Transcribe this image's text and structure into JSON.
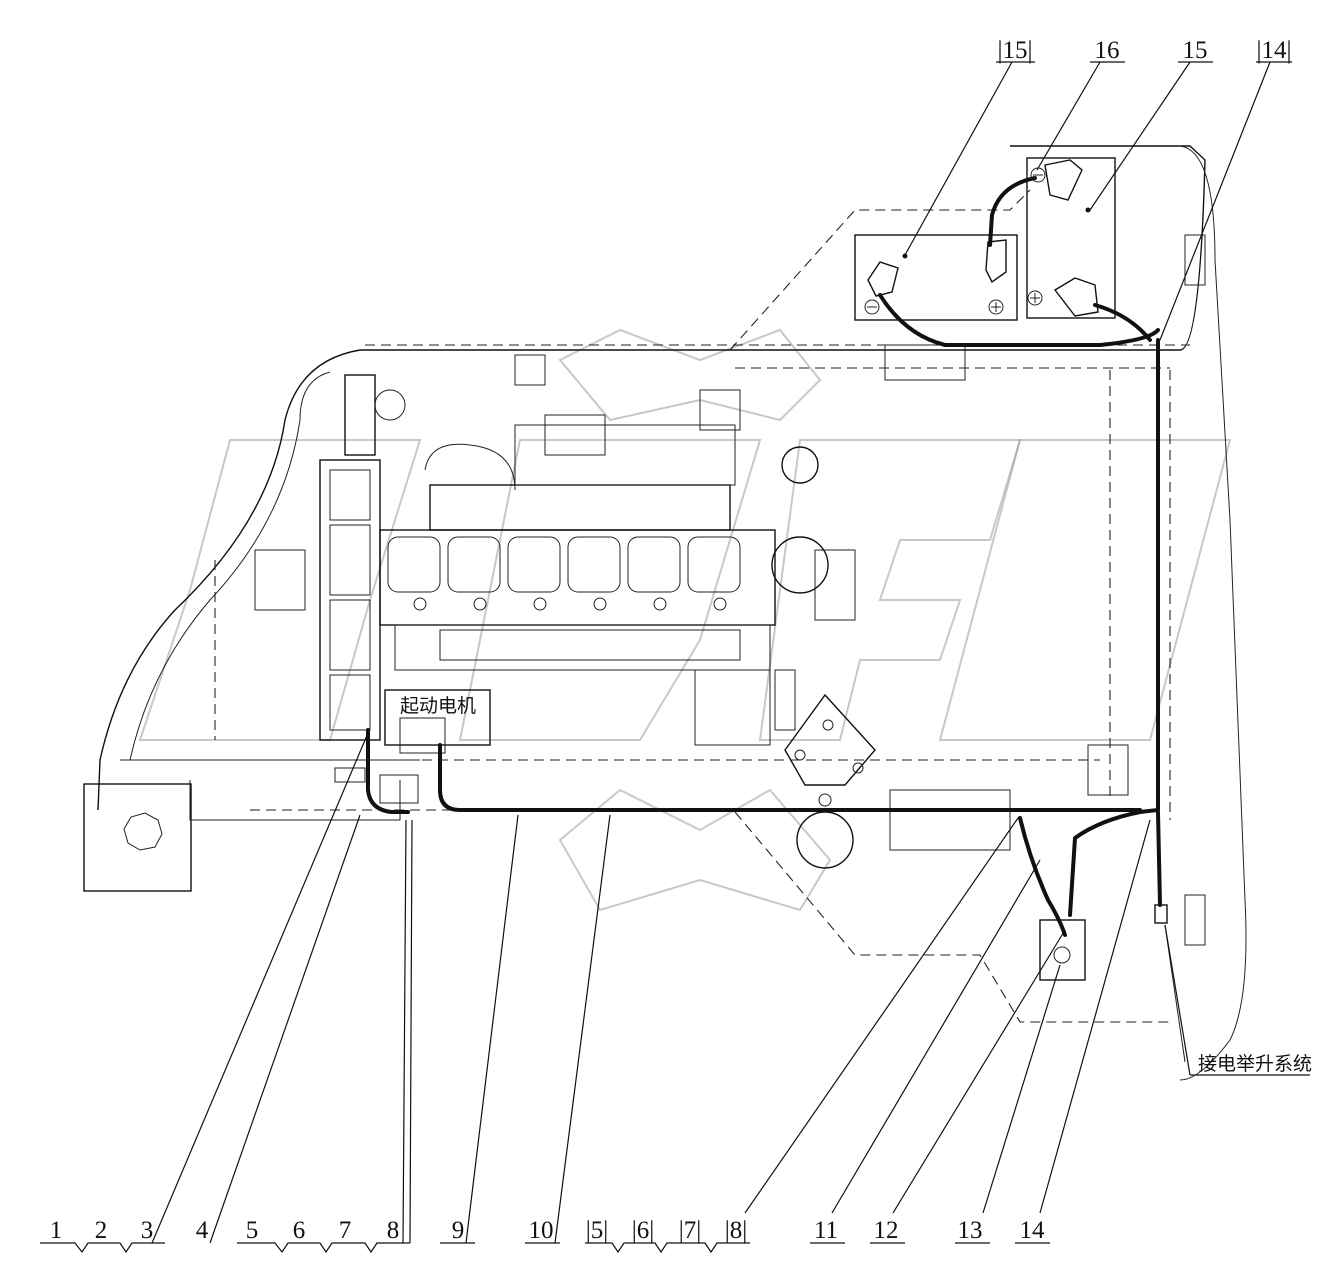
{
  "callouts": {
    "top": [
      "|15|",
      "16",
      "15",
      "|14|"
    ],
    "bottom_left": [
      "1",
      "2",
      "3",
      "4",
      "5",
      "6",
      "7",
      "8"
    ],
    "bottom_mid": [
      "9",
      "10",
      "|5|",
      "|6|",
      "|7|",
      "|8|"
    ],
    "bottom_right": [
      "11",
      "12",
      "13",
      "14"
    ]
  },
  "labels": {
    "starter_motor": "起动电机",
    "lift_system": "接电举升系统"
  },
  "colors": {
    "line": "#111111",
    "watermark": "#9a9a9a"
  }
}
